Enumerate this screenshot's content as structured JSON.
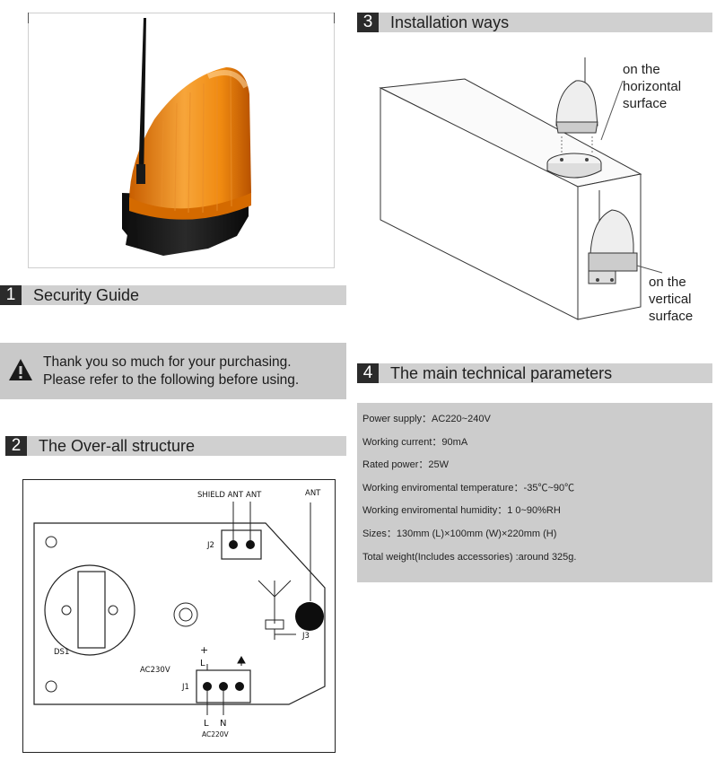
{
  "security": {
    "number": "1",
    "title": "Security Guide"
  },
  "notice": {
    "icon": "warning-icon",
    "line1": "Thank you so much for your purchasing.",
    "line2": "Please refer to the following before using."
  },
  "structure": {
    "number": "2",
    "title": "The Over-all structure",
    "labels": {
      "shield_ant": "SHIELD ANT",
      "ant": "ANT",
      "ant_top": "ANT",
      "j2": "J2",
      "j3": "J3",
      "ds1": "DS1",
      "ac230v": "AC230V",
      "j1": "J1",
      "plus": "+",
      "l_top": "L",
      "l_bottom": "L",
      "n_bottom": "N",
      "ac220v": "AC220V"
    }
  },
  "installation": {
    "number": "3",
    "title": "Installation ways",
    "horizontal": [
      "on the",
      "horizontal",
      "surface"
    ],
    "vertical": [
      "on the",
      "vertical",
      "surface"
    ]
  },
  "parameters": {
    "number": "4",
    "title": "The main technical parameters",
    "items": [
      "Power supply：AC220~240V",
      "Working current：90mA",
      "Rated power：25W",
      "Working enviromental temperature：-35℃~90℃",
      "Working enviromental humidity：1 0~90%RH",
      "Sizes：130mm (L)×100mm (W)×220mm (H)",
      "Total weight(Includes accessories) :around 325g."
    ]
  },
  "colors": {
    "lamp_amber": "#f08a10",
    "header_bg": "#d0d0d0",
    "badge_bg": "#2b2b2b",
    "box_bg": "#c9c9c9"
  }
}
